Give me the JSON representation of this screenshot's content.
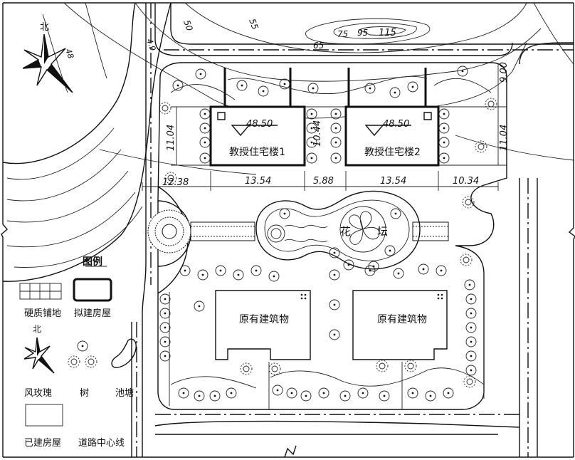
{
  "site_plan": {
    "north_label": "北",
    "contours": [
      "48",
      "4.9",
      "50",
      "55",
      "65",
      "75",
      "95",
      "115"
    ],
    "buildings": [
      {
        "elevation": "48.50",
        "name": "教授住宅楼1"
      },
      {
        "elevation": "48.50",
        "name": "教授住宅楼2"
      }
    ],
    "existing_buildings": [
      "原有建筑物",
      "原有建筑物"
    ],
    "flower_bed": [
      "花",
      "坛"
    ],
    "dimensions": {
      "height_left": "11.04",
      "height_mid": "10.44",
      "height_right": "11.04",
      "right_top": "9.00",
      "row": [
        "12.38",
        "13.54",
        "5.88",
        "13.54",
        "10.34"
      ]
    }
  },
  "legend": {
    "title": "图例",
    "items": [
      "硬质铺地",
      "拟建房屋",
      "风玫瑰",
      "树",
      "池塘",
      "已建房屋",
      "道路中心线"
    ],
    "north_label": "北"
  }
}
